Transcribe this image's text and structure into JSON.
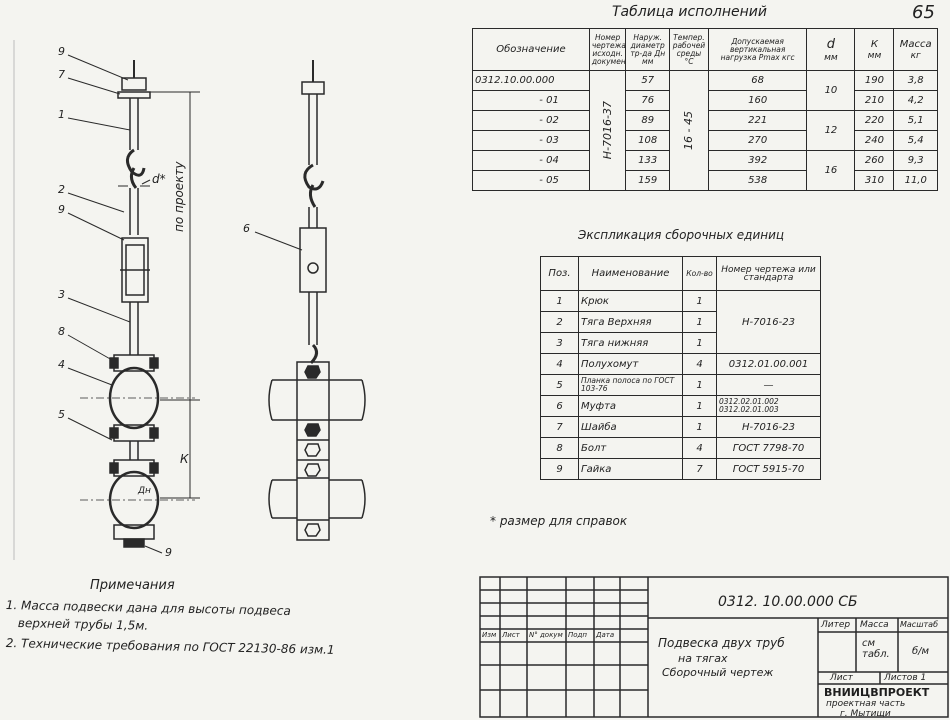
{
  "page_number": "65",
  "variants_table": {
    "title": "Таблица исполнений",
    "headers": {
      "designation": "Обозначение",
      "drawing_no": "Номер чертежа исходн. докумен",
      "diameter": "Наруж. диаметр тр-да Дн мм",
      "temp": "Темпер. рабочей среды °С",
      "load": "Допускаемая вертикальная нагрузка Рmax кгс",
      "d": "d",
      "d_unit": "мм",
      "k": "К",
      "k_unit": "мм",
      "mass": "Масса",
      "mass_unit": "кг"
    },
    "drawing_no_value": "Н-7016-37",
    "temp_value": "16 - 45",
    "rows": [
      {
        "designation": "0312.10.00.000",
        "dn": "57",
        "load": "68",
        "k": "190",
        "mass": "3,8"
      },
      {
        "designation": "- 01",
        "dn": "76",
        "load": "160",
        "k": "210",
        "mass": "4,2"
      },
      {
        "designation": "- 02",
        "dn": "89",
        "load": "221",
        "k": "220",
        "mass": "5,1"
      },
      {
        "designation": "- 03",
        "dn": "108",
        "load": "270",
        "k": "240",
        "mass": "5,4"
      },
      {
        "designation": "- 04",
        "dn": "133",
        "load": "392",
        "k": "260",
        "mass": "9,3"
      },
      {
        "designation": "- 05",
        "dn": "159",
        "load": "538",
        "k": "310",
        "mass": "11,0"
      }
    ],
    "d_groups": [
      "10",
      "12",
      "16"
    ]
  },
  "parts_table": {
    "title": "Экспликация сборочных единиц",
    "headers": {
      "pos": "Поз.",
      "name": "Наименование",
      "qty": "Кол-во",
      "ref": "Номер чертежа или стандарта"
    },
    "rows": [
      {
        "pos": "1",
        "name": "Крюк",
        "qty": "1",
        "ref": ""
      },
      {
        "pos": "2",
        "name": "Тяга Верхняя",
        "qty": "1",
        "ref": "Н-7016-23"
      },
      {
        "pos": "3",
        "name": "Тяга нижняя",
        "qty": "1",
        "ref": ""
      },
      {
        "pos": "4",
        "name": "Полухомут",
        "qty": "4",
        "ref": "0312.01.00.001"
      },
      {
        "pos": "5",
        "name": "Планка полоса по ГОСТ 103-76",
        "qty": "1",
        "ref": "—"
      },
      {
        "pos": "6",
        "name": "Муфта",
        "qty": "1",
        "ref": "0312.02.01.002 0312.02.01.003"
      },
      {
        "pos": "7",
        "name": "Шайба",
        "qty": "1",
        "ref": "Н-7016-23"
      },
      {
        "pos": "8",
        "name": "Болт",
        "qty": "4",
        "ref": "ГОСТ 7798-70"
      },
      {
        "pos": "9",
        "name": "Гайка",
        "qty": "7",
        "ref": "ГОСТ 5915-70"
      }
    ]
  },
  "reference_note": "* размер для справок",
  "notes": {
    "title": "Примечания",
    "lines": [
      "1. Масса подвески дана для высоты подвеса",
      "верхней трубы 1,5м.",
      "2. Технические требования по ГОСТ 22130-86 изм.1"
    ]
  },
  "drawing_labels": {
    "callouts": [
      "9",
      "7",
      "1",
      "2",
      "9",
      "3",
      "8",
      "4",
      "5",
      "9",
      "6"
    ],
    "d_star": "d*",
    "by_project": "по проекту",
    "k": "К",
    "dn": "Дн"
  },
  "title_block": {
    "code": "0312. 10.00.000 СБ",
    "name_lines": [
      "Подвеска двух труб",
      "на тягах",
      "Сборочный чертеж"
    ],
    "revision_headers": [
      "Изм",
      "Лист",
      "N° докум",
      "Подп",
      "Дата"
    ],
    "letter_label": "Литер",
    "mass_label": "Масса",
    "scale_label": "Масштаб",
    "mass_value": "см табл.",
    "scale_value": "б/м",
    "sheet_label": "Лист",
    "sheets_label": "Листов 1",
    "org_lines": [
      "ВНИИЦВПРОЕКТ",
      "проектная часть",
      "г. Мытищи"
    ]
  }
}
